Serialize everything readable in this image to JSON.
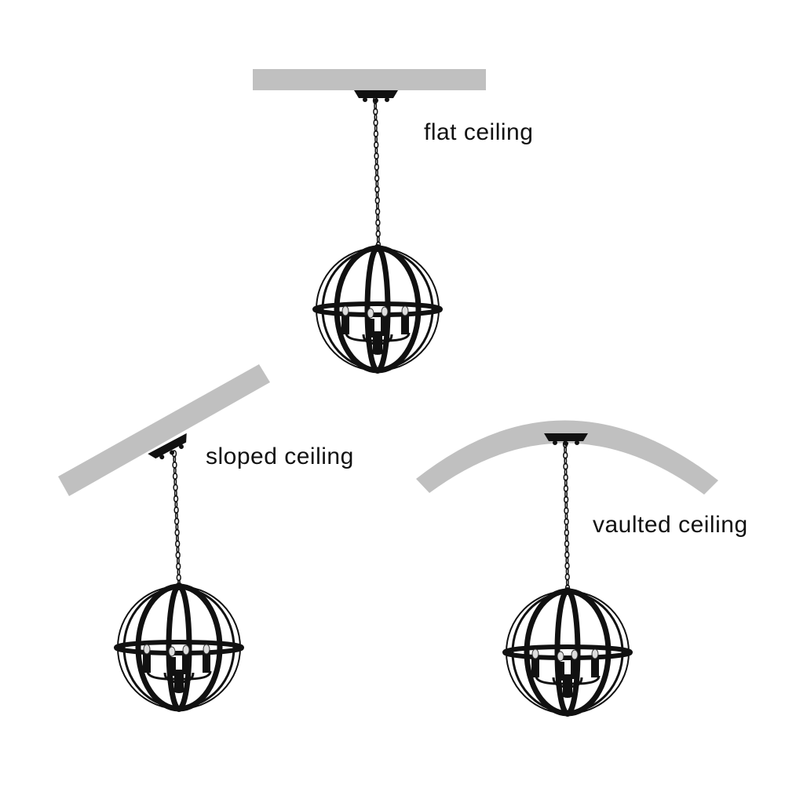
{
  "labels": {
    "flat": "flat ceiling",
    "sloped": "sloped ceiling",
    "vaulted": "vaulted ceiling"
  },
  "colors": {
    "ceiling": "#c0c0c0",
    "fixture": "#111111",
    "background": "#ffffff"
  },
  "icons": {
    "fixture": "orb-chandelier-icon",
    "ceiling": "ceiling-surface"
  }
}
